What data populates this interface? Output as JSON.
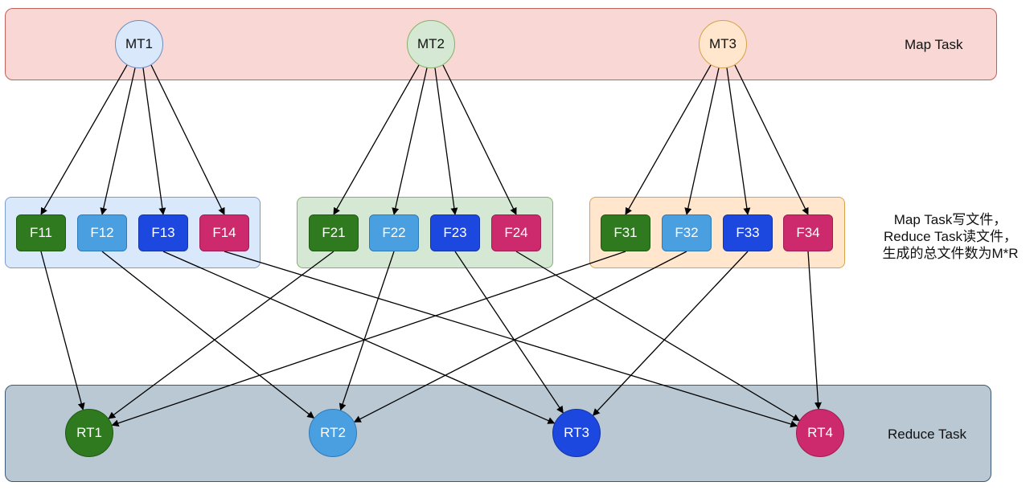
{
  "bands": {
    "map_label": "Map Task",
    "reduce_label": "Reduce Task"
  },
  "note": {
    "line1": "Map Task写文件，",
    "line2": "Reduce Task读文件，",
    "line3": "生成的总文件数为M*R"
  },
  "map_tasks": [
    {
      "id": "MT1",
      "label": "MT1"
    },
    {
      "id": "MT2",
      "label": "MT2"
    },
    {
      "id": "MT3",
      "label": "MT3"
    }
  ],
  "files": [
    {
      "id": "F11",
      "label": "F11"
    },
    {
      "id": "F12",
      "label": "F12"
    },
    {
      "id": "F13",
      "label": "F13"
    },
    {
      "id": "F14",
      "label": "F14"
    },
    {
      "id": "F21",
      "label": "F21"
    },
    {
      "id": "F22",
      "label": "F22"
    },
    {
      "id": "F23",
      "label": "F23"
    },
    {
      "id": "F24",
      "label": "F24"
    },
    {
      "id": "F31",
      "label": "F31"
    },
    {
      "id": "F32",
      "label": "F32"
    },
    {
      "id": "F33",
      "label": "F33"
    },
    {
      "id": "F34",
      "label": "F34"
    }
  ],
  "reduce_tasks": [
    {
      "id": "RT1",
      "label": "RT1"
    },
    {
      "id": "RT2",
      "label": "RT2"
    },
    {
      "id": "RT3",
      "label": "RT3"
    },
    {
      "id": "RT4",
      "label": "RT4"
    }
  ],
  "edges": [
    [
      "MT1",
      "F11"
    ],
    [
      "MT1",
      "F12"
    ],
    [
      "MT1",
      "F13"
    ],
    [
      "MT1",
      "F14"
    ],
    [
      "MT2",
      "F21"
    ],
    [
      "MT2",
      "F22"
    ],
    [
      "MT2",
      "F23"
    ],
    [
      "MT2",
      "F24"
    ],
    [
      "MT3",
      "F31"
    ],
    [
      "MT3",
      "F32"
    ],
    [
      "MT3",
      "F33"
    ],
    [
      "MT3",
      "F34"
    ],
    [
      "F11",
      "RT1"
    ],
    [
      "F21",
      "RT1"
    ],
    [
      "F31",
      "RT1"
    ],
    [
      "F12",
      "RT2"
    ],
    [
      "F22",
      "RT2"
    ],
    [
      "F32",
      "RT2"
    ],
    [
      "F13",
      "RT3"
    ],
    [
      "F23",
      "RT3"
    ],
    [
      "F33",
      "RT3"
    ],
    [
      "F14",
      "RT4"
    ],
    [
      "F24",
      "RT4"
    ],
    [
      "F34",
      "RT4"
    ]
  ],
  "colors": {
    "map_band_fill": "#f8d7d5",
    "map_band_stroke": "#c0605a",
    "reduce_band_fill": "#bac8d3",
    "reduce_band_stroke": "#3c5a77",
    "group1_fill": "#dae8fc",
    "group1_stroke": "#7b9bd0",
    "group2_fill": "#d5e8d4",
    "group2_stroke": "#82b366",
    "group3_fill": "#ffe6cc",
    "group3_stroke": "#d6a24a",
    "green": "#2f7a1f",
    "lightblue": "#4a9fe0",
    "blue": "#1c48e0",
    "magenta": "#cc2a6c",
    "mt1_fill": "#dae8fc",
    "mt2_fill": "#d5e8d4",
    "mt3_fill": "#ffe6cc"
  }
}
